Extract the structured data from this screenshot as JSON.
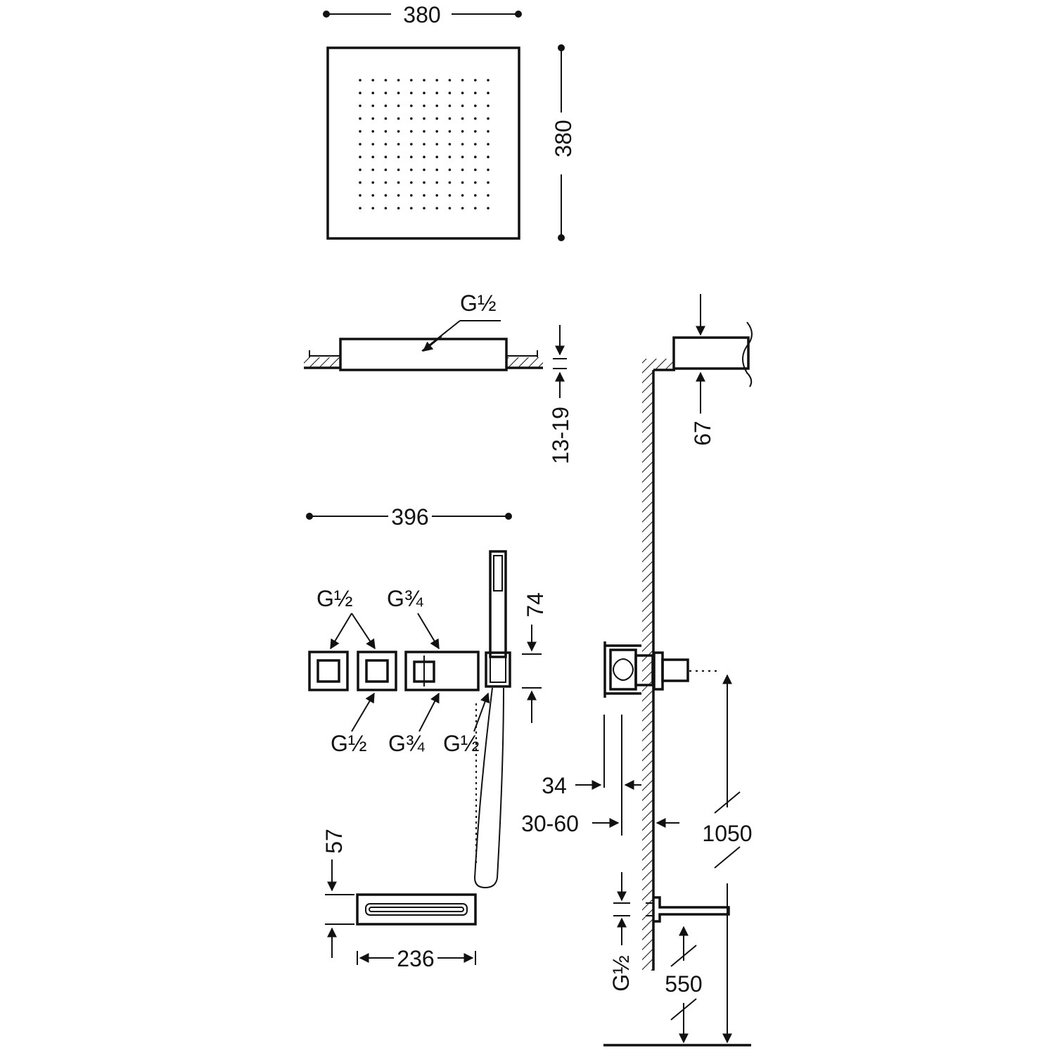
{
  "dimensions": {
    "top_width": "380",
    "top_height": "380",
    "ceiling_depth": "13-19",
    "head_thickness": "67",
    "panel_width": "396",
    "handshower_height": "74",
    "spout_height": "57",
    "spout_width": "236",
    "wall_34": "34",
    "wall_range": "30-60",
    "height_1050": "1050",
    "height_550": "550"
  },
  "threads": {
    "half": "G½",
    "three_quarter": "G¾"
  },
  "colors": {
    "line": "#111111",
    "background": "#ffffff"
  }
}
